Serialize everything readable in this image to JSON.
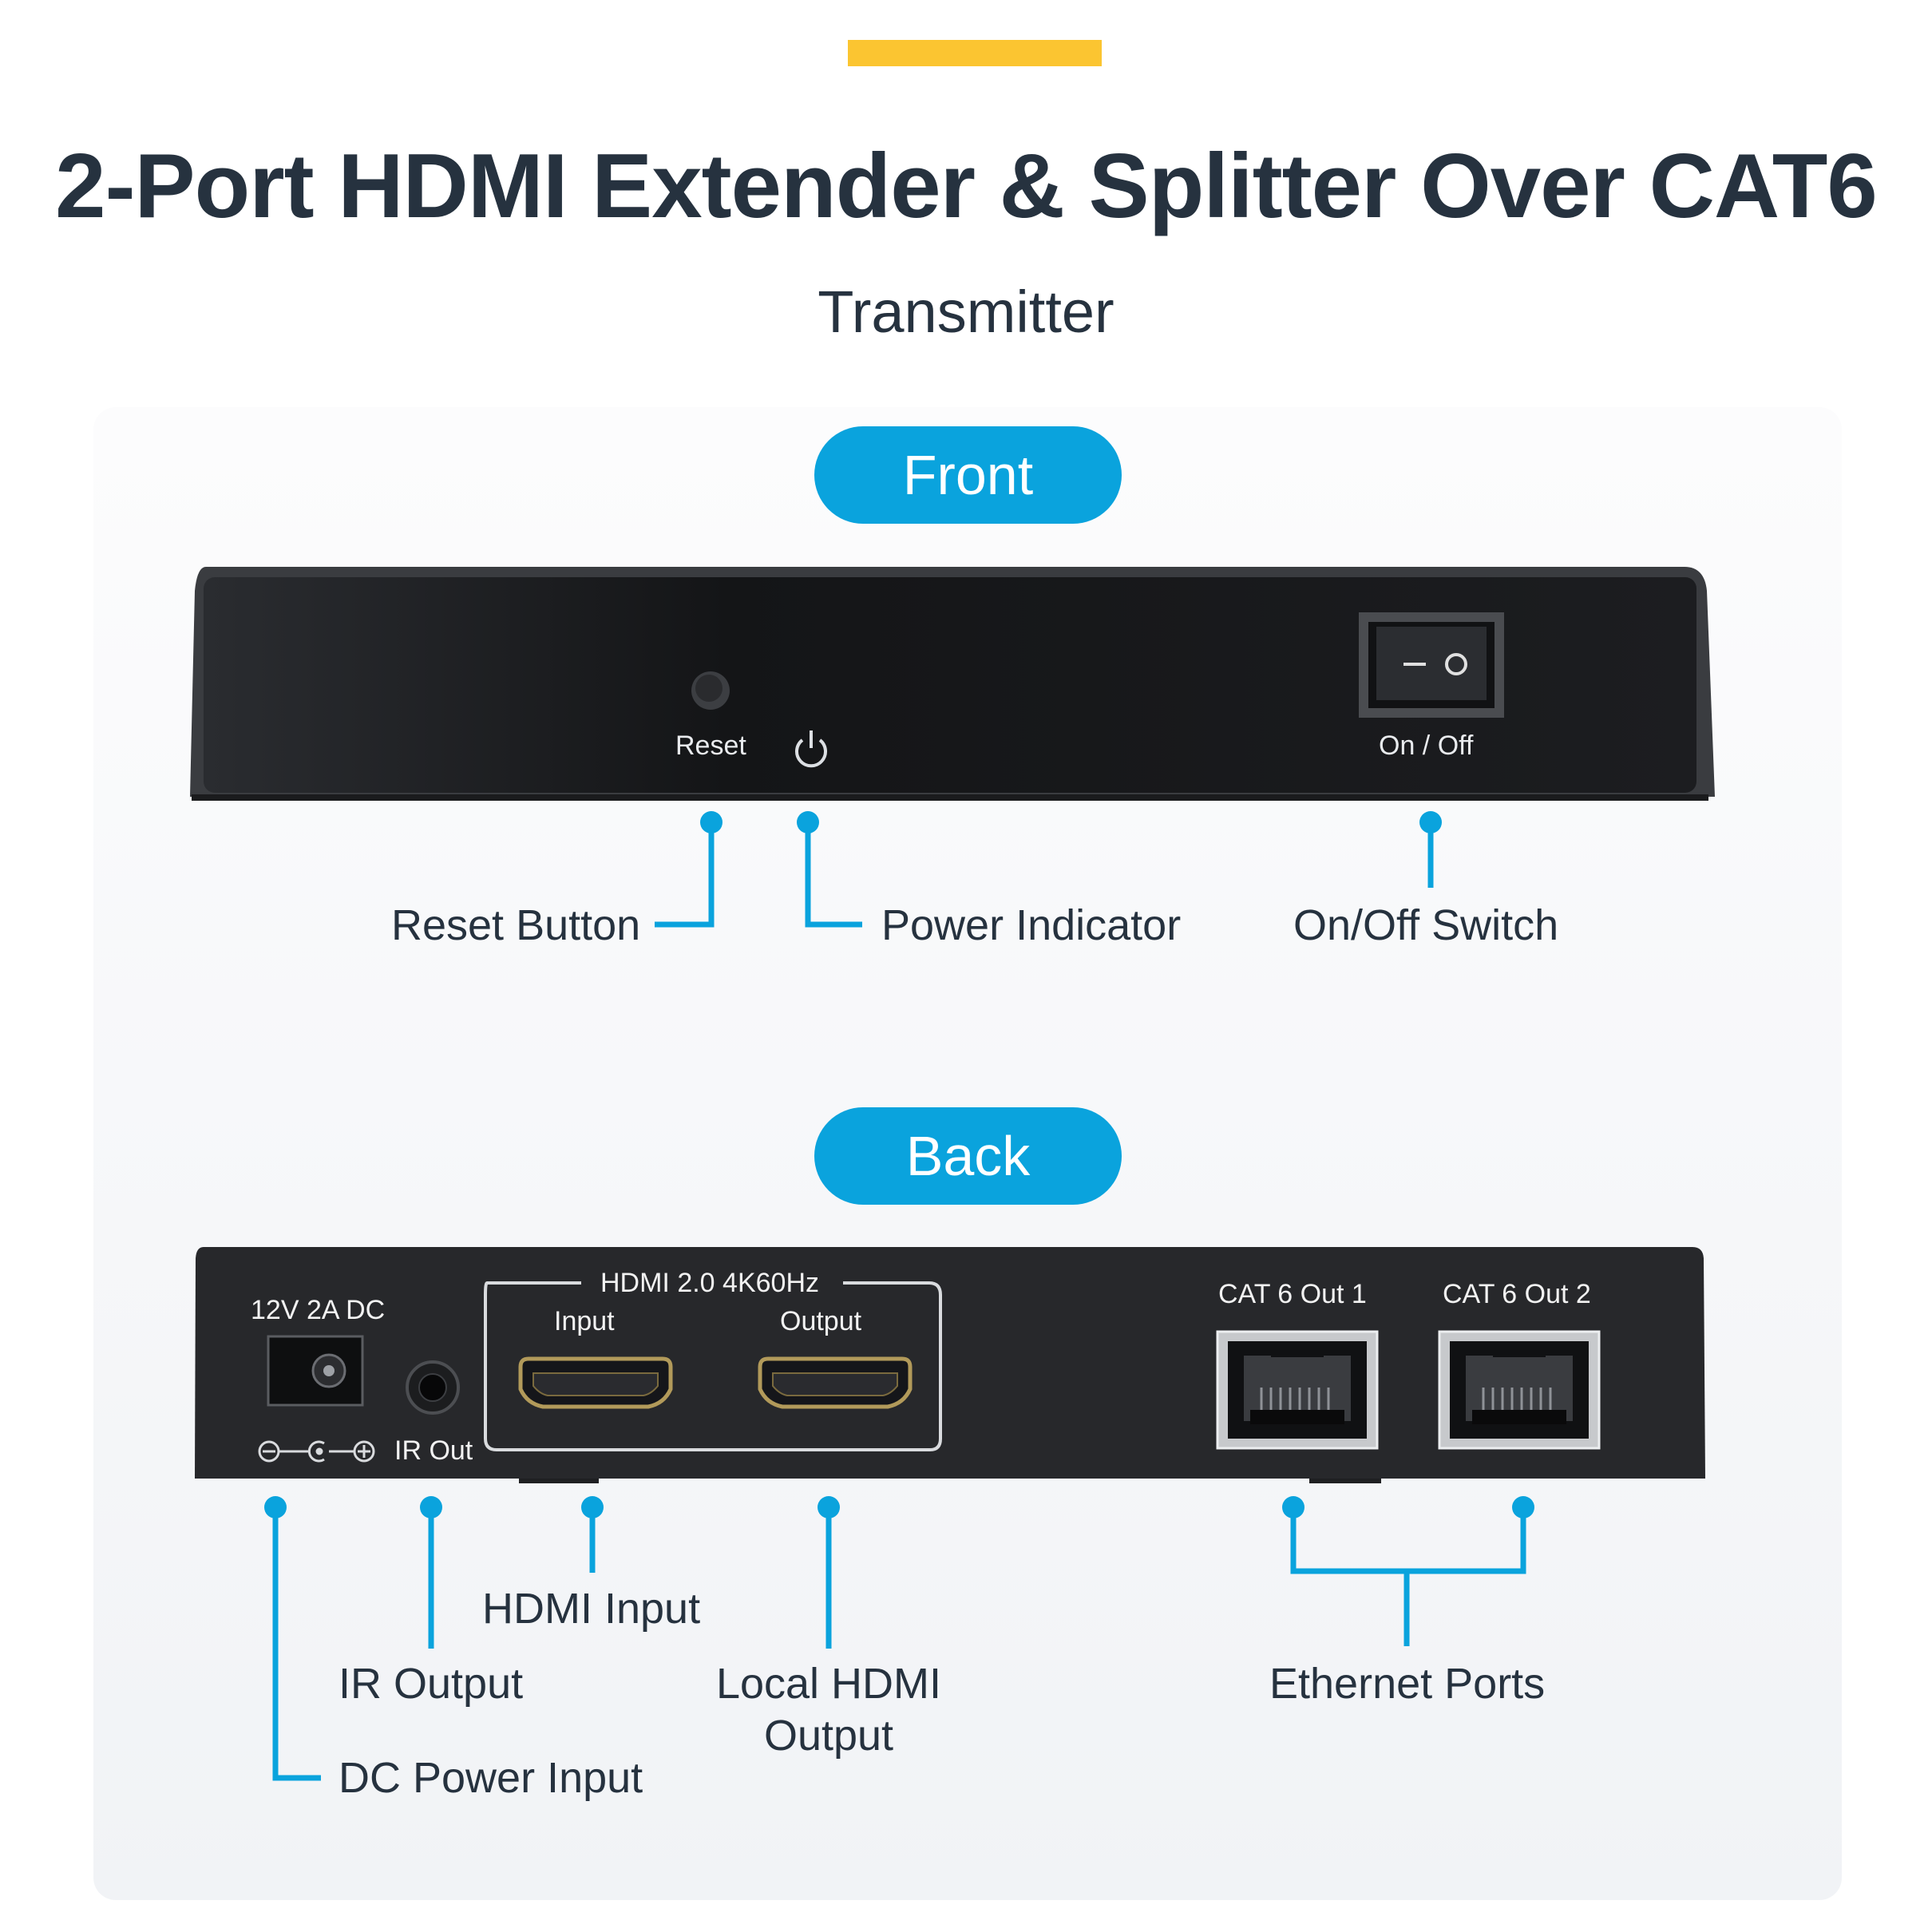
{
  "header": {
    "title": "2-Port HDMI Extender & Splitter Over CAT6",
    "subtitle": "Transmitter"
  },
  "front": {
    "section_label": "Front",
    "device": {
      "reset_label": "Reset",
      "switch_label": "On / Off"
    },
    "callouts": {
      "reset_button": "Reset Button",
      "power_indicator": "Power Indicator",
      "onoff_switch": "On/Off Switch"
    }
  },
  "back": {
    "section_label": "Back",
    "device": {
      "dc_label": "12V 2A DC",
      "ir_label": "IR Out",
      "hdmi_group_label": "HDMI 2.0 4K60Hz",
      "hdmi_input_label": "Input",
      "hdmi_output_label": "Output",
      "cat_out1_label": "CAT 6 Out 1",
      "cat_out2_label": "CAT 6 Out 2"
    },
    "callouts": {
      "hdmi_input": "HDMI Input",
      "ir_output": "IR Output",
      "local_hdmi_output_line1": "Local HDMI",
      "local_hdmi_output_line2": "Output",
      "dc_power_input": "DC Power Input",
      "ethernet_ports": "Ethernet Ports"
    }
  },
  "colors": {
    "accent_yellow": "#fbc531",
    "callout_blue": "#0aa3dd",
    "device_black": "#1a1b1d",
    "title_text": "#26323f"
  },
  "icons": {
    "power": "power-icon",
    "dc_polarity": "dc-polarity-icon",
    "hdmi_port": "hdmi-port-icon",
    "rj45_port": "rj45-port-icon"
  }
}
